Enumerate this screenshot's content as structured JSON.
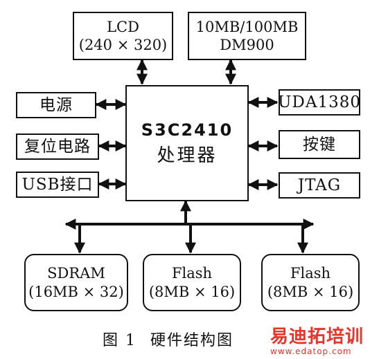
{
  "blocks": {
    "lcd": [
      "LCD",
      "(240 × 320)"
    ],
    "ethernet": [
      "10MB/100MB",
      "DM900"
    ],
    "cpu": [
      "S3C2410",
      "处理器"
    ],
    "power": "电源",
    "reset": "复位电路",
    "usb": "USB接口",
    "audio": "UDA1380",
    "keys": "按键",
    "jtag": "JTAG",
    "sdram": [
      "SDRAM",
      "(16MB × 32)"
    ],
    "flash1": [
      "Flash",
      "(8MB × 16)"
    ],
    "flash2": [
      "Flash",
      "(8MB × 16)"
    ]
  },
  "caption": {
    "label": "图 1",
    "title": "硬件结构图"
  },
  "watermark": {
    "text": "易迪拓培训",
    "url": "www.edatop.com"
  },
  "colors": {
    "line": "#111111",
    "watermark": "#e8342a"
  }
}
